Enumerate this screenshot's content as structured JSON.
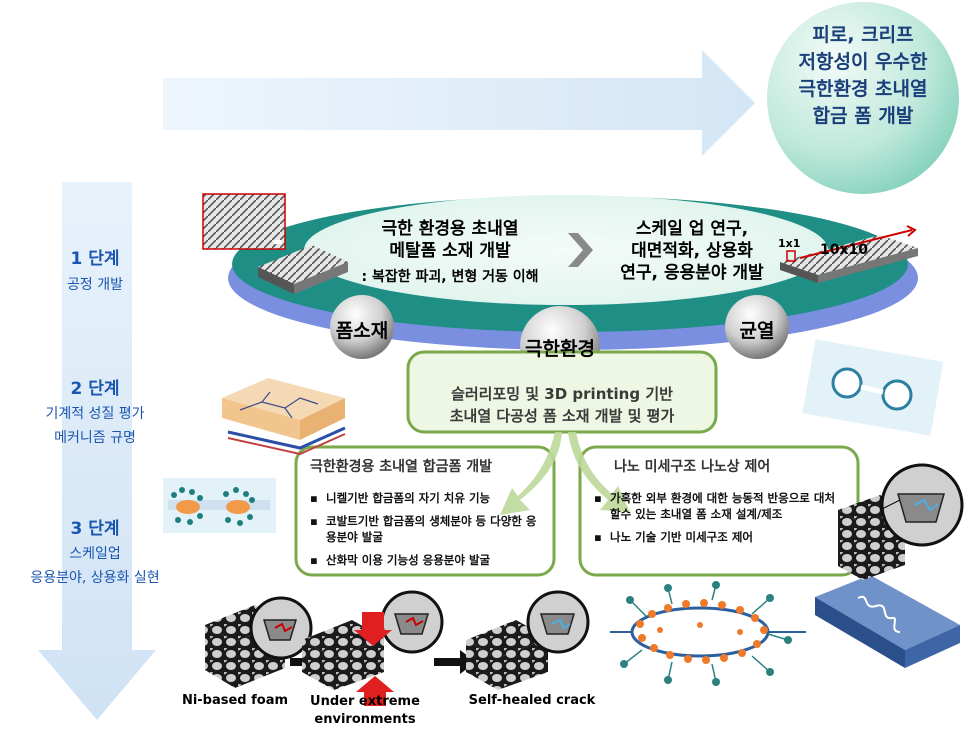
{
  "goal": {
    "line1": "피로, 크리프",
    "line2": "저항성이 우수한",
    "line3": "극한환경 초내열",
    "line4": "합금 폼 개발"
  },
  "stages": [
    {
      "title": "1 단계",
      "desc1": "공정 개발",
      "desc2": ""
    },
    {
      "title": "2 단계",
      "desc1": "기계적 성질 평가",
      "desc2": "메커니즘 규명"
    },
    {
      "title": "3 단계",
      "desc1": "스케일업",
      "desc2": "응용분야, 상용화 실현"
    }
  ],
  "disk": {
    "left_line1": "극한 환경용 초내열",
    "left_line2": "메탈폼 소재 개발",
    "left_sub": ": 복잡한 파괴, 변형 거동 이해",
    "right_line1": "스케일 업 연구,",
    "right_line2": "대면적화, 상용화",
    "right_line3": "연구, 응용분야 개발",
    "scale_small": "1x1",
    "scale_large": "10x10"
  },
  "spheres": {
    "left": "폼소재",
    "center": "극한환경",
    "right": "균열"
  },
  "center_box": {
    "line1": "슬러리포밍 및 3D printing 기반",
    "line2": "초내열 다공성 폼 소재 개발 및 평가"
  },
  "left_panel": {
    "title": "극한환경용 초내열 합금폼 개발",
    "bullet": "▪",
    "items": [
      "니켈기반 합금폼의 자기 치유 기능",
      "코발트기반 합금폼의 생체분야 등 다양한 응용분야 발굴",
      "산화막 이용 기능성 응용분야 발굴"
    ]
  },
  "right_panel": {
    "title": "나노 미세구조 나노상 제어",
    "bullet": "▪",
    "items": [
      "가혹한 외부 환경에 대한 능동적 반응으로 대처할수 있는 초내열 폼 소재 설계/제조",
      "나노 기술 기반 미세구조 제어"
    ]
  },
  "captions": {
    "foam": "Ni-based foam",
    "extreme1": "Under extreme",
    "extreme2": "environments",
    "healed": "Self-healed crack"
  },
  "colors": {
    "arrow": "#dcebf8",
    "goal_circle": "#8fd6c2",
    "disk_outer": "#1f8e85",
    "disk_inner": "#dff4ee",
    "panel_border": "#7aa84a",
    "stage_text": "#1a56b0"
  }
}
